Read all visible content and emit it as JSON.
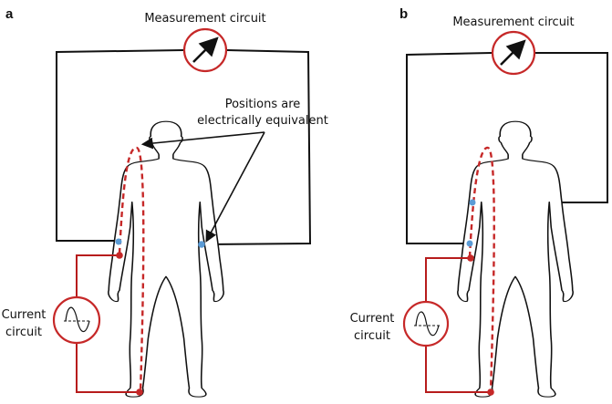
{
  "panels": [
    {
      "letter": "a",
      "measurement_label": "Measurement circuit",
      "current_label_line1": "Current",
      "current_label_line2": "circuit",
      "annotation_line1": "Positions are",
      "annotation_line2": "electrically equivalent"
    },
    {
      "letter": "b",
      "measurement_label": "Measurement circuit",
      "current_label_line1": "Current",
      "current_label_line2": "circuit"
    }
  ],
  "colors": {
    "current_path": "#c62828",
    "electrode_measure": "#5b9bd5",
    "electrode_current": "#c62828",
    "wire": "#111111"
  },
  "icons": {
    "meter": "meter-needle-icon",
    "source": "ac-sine-source-icon"
  }
}
